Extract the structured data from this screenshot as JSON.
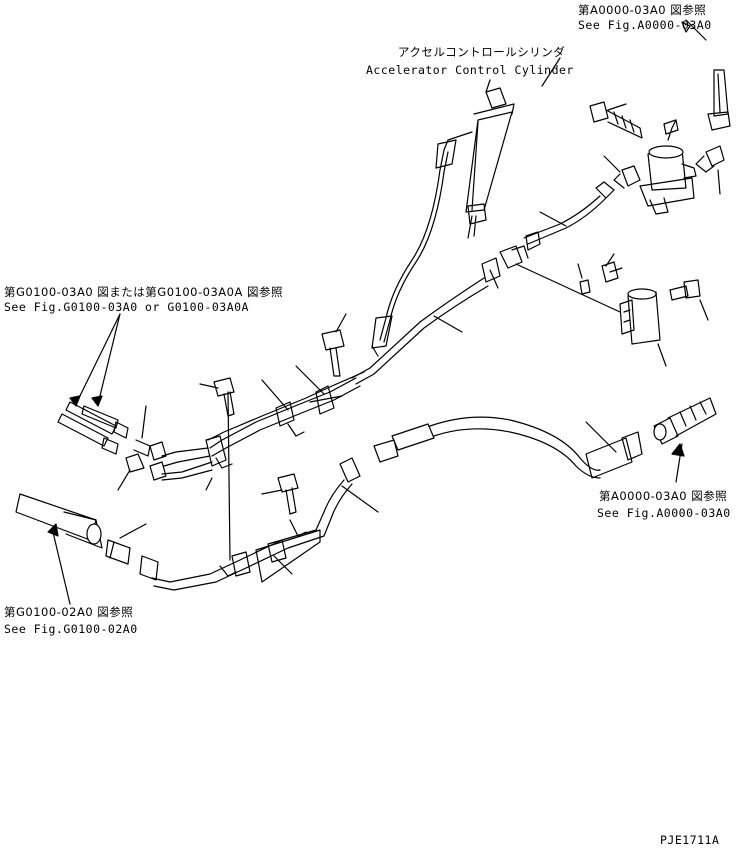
{
  "labels": {
    "top_right_jp": "第A0000-03A0 図参照",
    "top_right_en": "See Fig.A0000-03A0",
    "cylinder_jp": "アクセルコントロールシリンダ",
    "cylinder_en": "Accelerator Control Cylinder",
    "left_mid_jp": "第G0100-03A0 図または第G0100-03A0A 図参照",
    "left_mid_en": "See Fig.G0100-03A0 or G0100-03A0A",
    "right_bottom_jp": "第A0000-03A0 図参照",
    "right_bottom_en": "See Fig.A0000-03A0",
    "left_bottom_jp": "第G0100-02A0 図参照",
    "left_bottom_en": "See Fig.G0100-02A0",
    "drawing_number": "PJE1711A"
  }
}
